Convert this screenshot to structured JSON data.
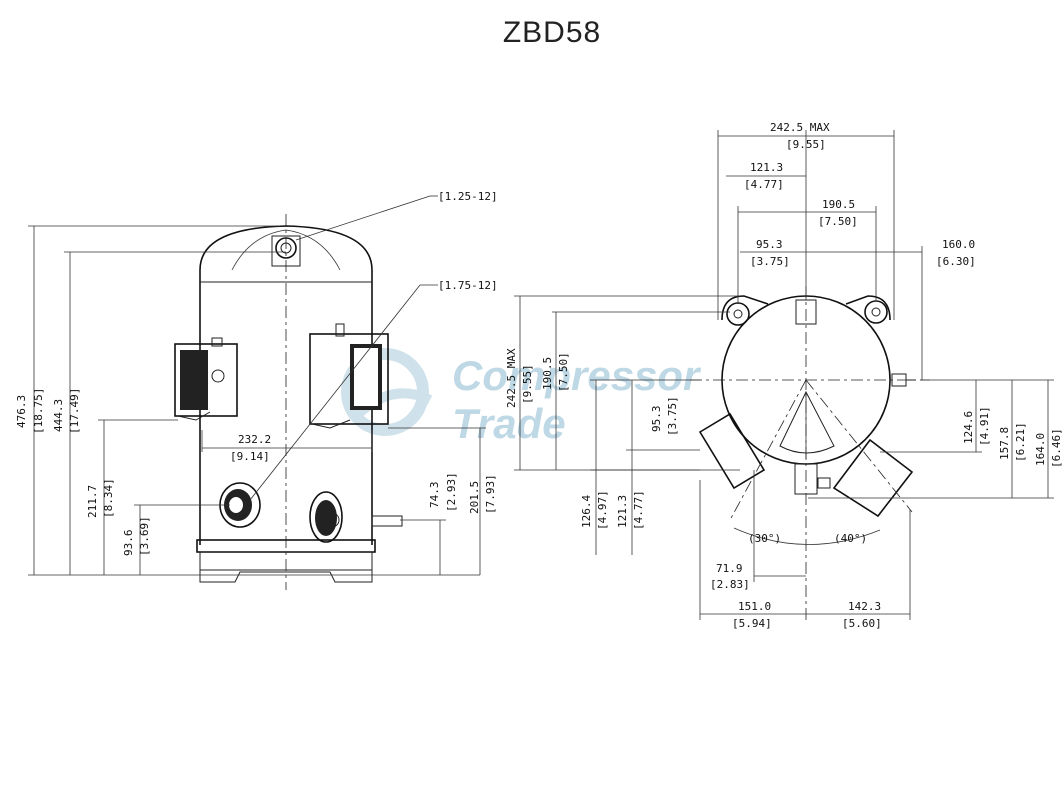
{
  "title": "ZBD58",
  "watermark": {
    "line1": "Compressor",
    "line2": "Trade"
  },
  "side_view": {
    "fitting_top": "[1.25-12]",
    "fitting_mid": "[1.75-12]",
    "height_total": "476.3",
    "height_total_in": "[18.75]",
    "height_top": "444.3",
    "height_top_in": "[17.49]",
    "height_box": "211.7",
    "height_box_in": "[8.34]",
    "height_suction": "93.6",
    "height_suction_in": "[3.69]",
    "width_ports": "232.2",
    "width_ports_in": "[9.14]",
    "height_disch": "74.3",
    "height_disch_in": "[2.93]",
    "height_right": "201.5",
    "height_right_in": "[7.93]"
  },
  "top_view": {
    "w_max": "242.5 MAX",
    "w_max_in": "[9.55]",
    "w_half": "121.3",
    "w_half_in": "[4.77]",
    "w_bolt": "190.5",
    "w_bolt_in": "[7.50]",
    "w_953": "95.3",
    "w_953_in": "[3.75]",
    "w_1600": "160.0",
    "w_1600_in": "[6.30]",
    "v_max": "242.5 MAX",
    "v_max_in": "[9.55]",
    "v_1905": "190.5",
    "v_1905_in": "[7.50]",
    "v_953": "95.3",
    "v_953_in": "[3.75]",
    "v_1264": "126.4",
    "v_1264_in": "[4.97]",
    "v_1213": "121.3",
    "v_1213_in": "[4.77]",
    "r_1246": "124.6",
    "r_1246_in": "[4.91]",
    "r_1578": "157.8",
    "r_1578_in": "[6.21]",
    "r_1640": "164.0",
    "r_1640_in": "[6.46]",
    "ang_30": "(30°)",
    "ang_40": "(40°)",
    "b_719": "71.9",
    "b_719_in": "[2.83]",
    "b_1510": "151.0",
    "b_1510_in": "[5.94]",
    "b_1423": "142.3",
    "b_1423_in": "[5.60]"
  }
}
